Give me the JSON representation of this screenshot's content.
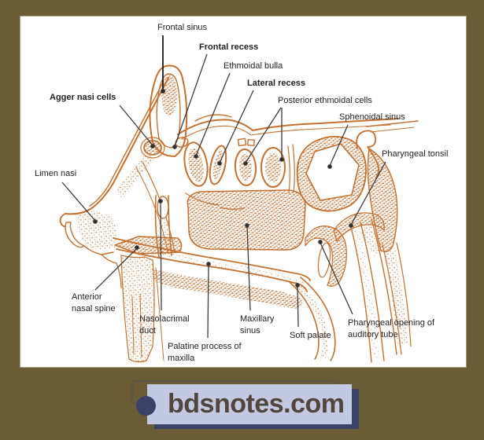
{
  "page": {
    "background_color": "#6a5c35",
    "panel_background": "#ffffff"
  },
  "diagram": {
    "ink_color": "#c4702f",
    "leader_color": "#3c3c3c",
    "label_text_color": "#222222",
    "labels": [
      {
        "text": "Frontal sinus"
      },
      {
        "text": "Frontal recess"
      },
      {
        "text": "Ethmoidal bulla"
      },
      {
        "text": "Lateral recess"
      },
      {
        "text": "Posterior ethmoidal cells"
      },
      {
        "text": "Sphenoidal sinus"
      },
      {
        "text": "Pharyngeal tonsil"
      },
      {
        "text": "Agger nasi cells"
      },
      {
        "text": "Limen nasi"
      },
      {
        "text": "Anterior\nnasal spine"
      },
      {
        "text": "Nasolacrimal\nduct"
      },
      {
        "text": "Palatine process of\nmaxilla"
      },
      {
        "text": "Maxillary\nsinus"
      },
      {
        "text": "Soft palate"
      },
      {
        "text": "Pharyngeal opening of\nauditory tube"
      }
    ]
  },
  "watermark": {
    "text": "bdsnotes.com",
    "background_color": "#c3c9e3",
    "bullet_color": "#3b4267",
    "shadow_color": "#3b4267",
    "text_color": "#52463c"
  }
}
